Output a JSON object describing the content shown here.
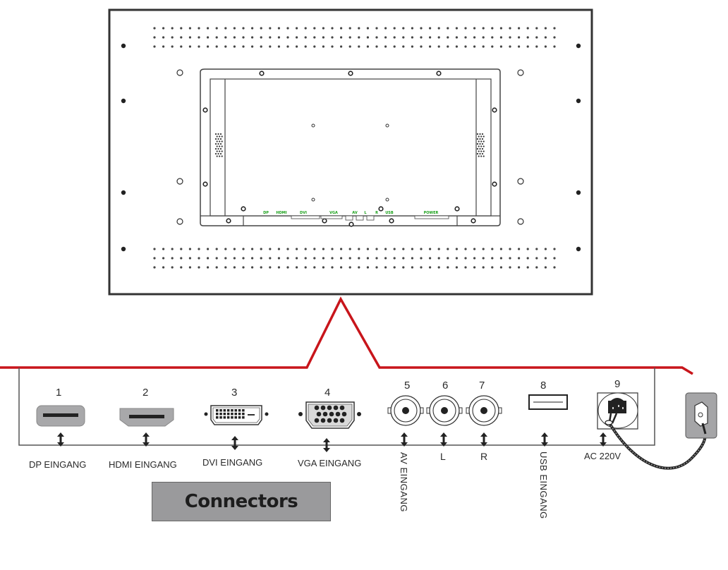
{
  "title": "Connectors",
  "colors": {
    "highlight_line": "#c8151b",
    "panel_port_labels": "#1aa11a",
    "connector_fill": "#a8a8aa",
    "title_box_bg": "#9a9a9c"
  },
  "monitor_back_panel": {
    "port_labels": [
      "DP",
      "HDMI",
      "DVI",
      "VGA",
      "AV",
      "L",
      "R",
      "USB",
      "POWER"
    ]
  },
  "connectors": [
    {
      "number": "1",
      "label": "DP EINGANG",
      "icon": "displayport-icon"
    },
    {
      "number": "2",
      "label": "HDMI EINGANG",
      "icon": "hdmi-icon"
    },
    {
      "number": "3",
      "label": "DVI EINGANG",
      "icon": "dvi-icon"
    },
    {
      "number": "4",
      "label": "VGA EINGANG",
      "icon": "vga-icon"
    },
    {
      "number": "5",
      "label": "AV EINGANG",
      "icon": "bnc-av-icon"
    },
    {
      "number": "6",
      "label": "L",
      "icon": "bnc-audio-left-icon"
    },
    {
      "number": "7",
      "label": "R",
      "icon": "bnc-audio-right-icon"
    },
    {
      "number": "8",
      "label": "USB EINGANG",
      "icon": "usb-icon"
    },
    {
      "number": "9",
      "label": "AC 220V",
      "icon": "power-socket-icon"
    }
  ]
}
